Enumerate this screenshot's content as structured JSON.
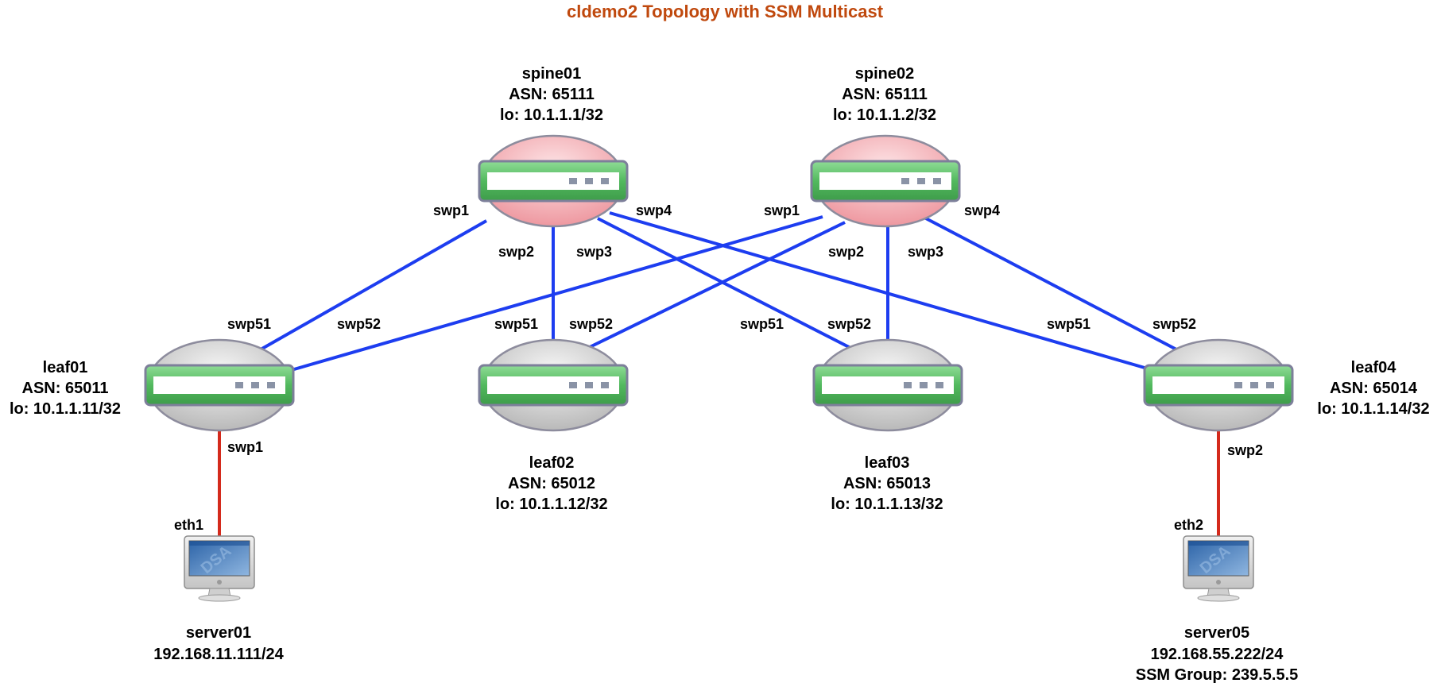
{
  "title": "cldemo2 Topology with SSM Multicast",
  "colors": {
    "title": "#c0490e",
    "fabric_link": "#1d3df0",
    "host_link": "#d42a1c",
    "spine_fill": "#f4b0b6",
    "leaf_fill": "#cfcfcf",
    "switch_bar": "#5cc26c"
  },
  "nodes": {
    "spine01": {
      "name": "spine01",
      "asn": "ASN: 65111",
      "lo": "lo: 10.1.1.1/32"
    },
    "spine02": {
      "name": "spine02",
      "asn": "ASN: 65111",
      "lo": "lo: 10.1.1.2/32"
    },
    "leaf01": {
      "name": "leaf01",
      "asn": "ASN: 65011",
      "lo": "lo: 10.1.1.11/32"
    },
    "leaf02": {
      "name": "leaf02",
      "asn": "ASN: 65012",
      "lo": "lo: 10.1.1.12/32"
    },
    "leaf03": {
      "name": "leaf03",
      "asn": "ASN: 65013",
      "lo": "lo: 10.1.1.13/32"
    },
    "leaf04": {
      "name": "leaf04",
      "asn": "ASN: 65014",
      "lo": "lo: 10.1.1.14/32"
    },
    "server01": {
      "name": "server01",
      "ip": "192.168.11.111/24"
    },
    "server05": {
      "name": "server05",
      "ip": "192.168.55.222/24",
      "group": "SSM Group: 239.5.5.5"
    }
  },
  "ports": {
    "spine01": {
      "swp1": "swp1",
      "swp2": "swp2",
      "swp3": "swp3",
      "swp4": "swp4"
    },
    "spine02": {
      "swp1": "swp1",
      "swp2": "swp2",
      "swp3": "swp3",
      "swp4": "swp4"
    },
    "leaf01": {
      "swp51": "swp51",
      "swp52": "swp52",
      "swp1": "swp1"
    },
    "leaf02": {
      "swp51": "swp51",
      "swp52": "swp52"
    },
    "leaf03": {
      "swp51": "swp51",
      "swp52": "swp52"
    },
    "leaf04": {
      "swp51": "swp51",
      "swp52": "swp52",
      "swp2": "swp2"
    },
    "server01": {
      "eth1": "eth1"
    },
    "server05": {
      "eth2": "eth2"
    }
  },
  "screen_text": {
    "server01": "DSA",
    "server05": "DSA"
  }
}
